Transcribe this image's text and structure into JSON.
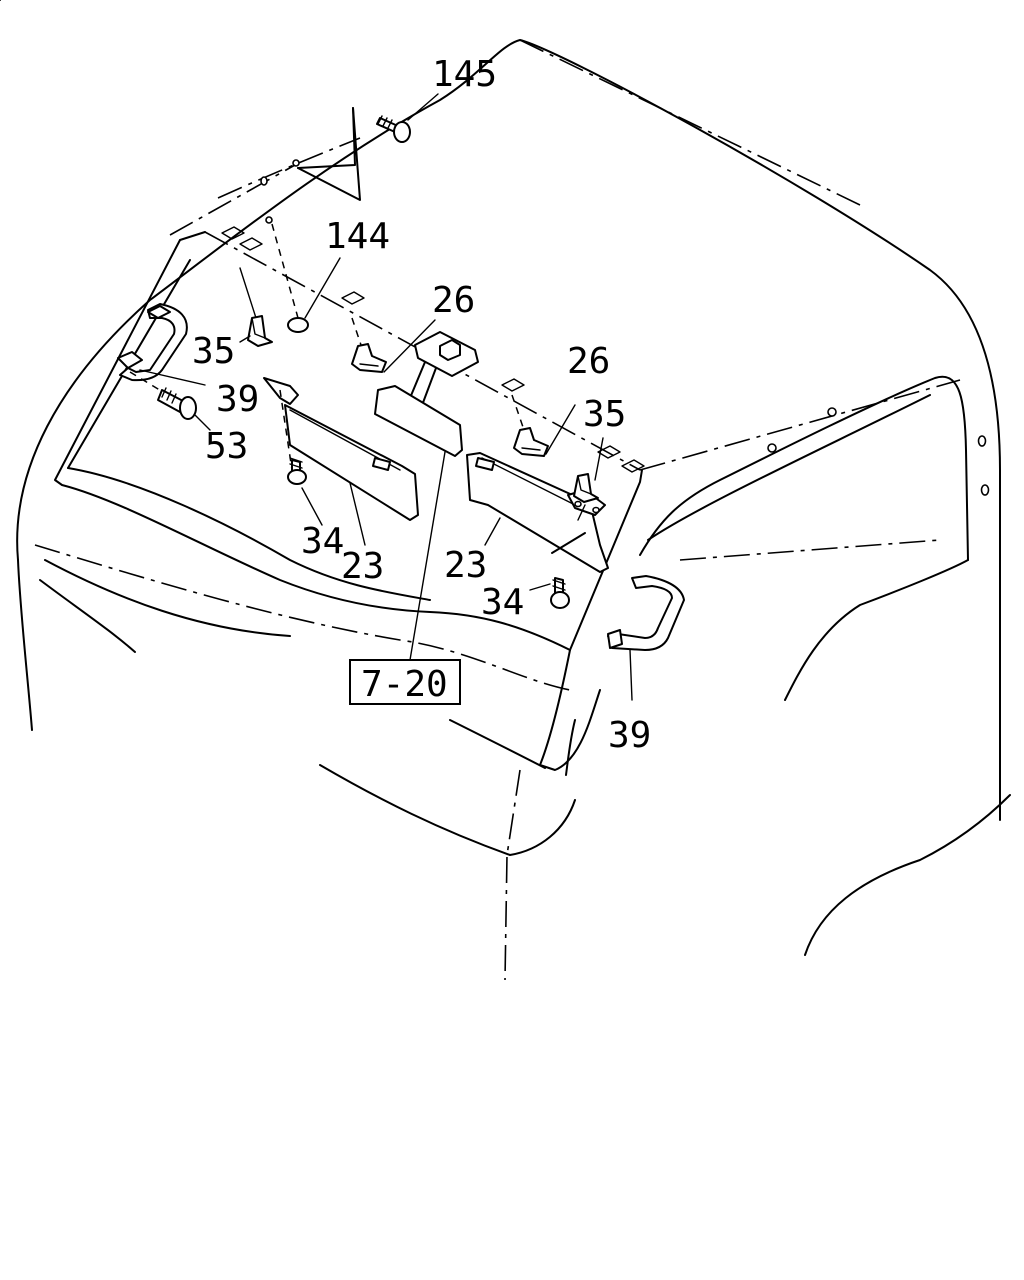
{
  "callouts": {
    "c145": "145",
    "c144": "144",
    "c26_left": "26",
    "c26_right": "26",
    "c35_left": "35",
    "c35_right": "35",
    "c39_left": "39",
    "c39_right": "39",
    "c53": "53",
    "c34_left": "34",
    "c34_right": "34",
    "c23_left": "23",
    "c23_right": "23"
  },
  "reference_box": {
    "label": "7-20"
  }
}
